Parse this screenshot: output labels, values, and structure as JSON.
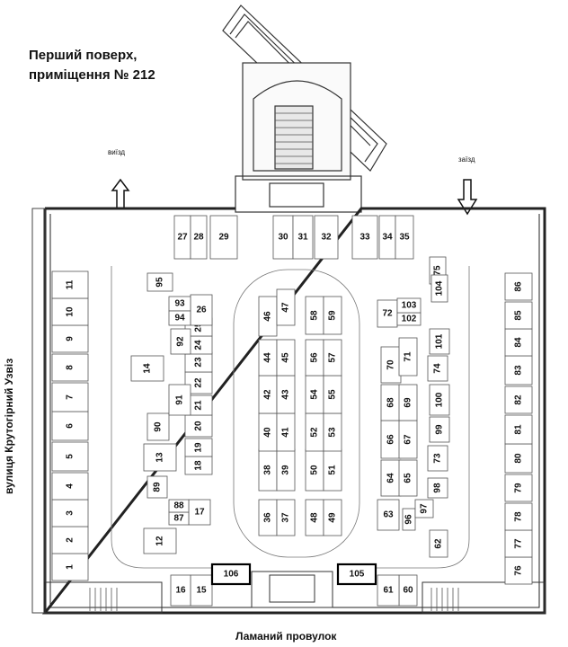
{
  "title_line1": "Перший поверх,",
  "title_line2": "приміщення № 212",
  "exit_label": "виїзд",
  "entry_label": "заїзд",
  "street_left": "вулиця Крутогірний Узвіз",
  "street_bottom": "Ламаний провулок",
  "highlighted_spaces": [
    "106",
    "105"
  ],
  "spaces": [
    "1",
    "2",
    "3",
    "4",
    "5",
    "6",
    "7",
    "8",
    "9",
    "10",
    "11",
    "12",
    "13",
    "14",
    "15",
    "16",
    "17",
    "18",
    "19",
    "20",
    "21",
    "22",
    "23",
    "24",
    "25",
    "26",
    "27",
    "28",
    "29",
    "30",
    "31",
    "32",
    "33",
    "34",
    "35",
    "36",
    "37",
    "38",
    "39",
    "40",
    "41",
    "42",
    "43",
    "44",
    "45",
    "46",
    "47",
    "48",
    "49",
    "50",
    "51",
    "52",
    "53",
    "54",
    "55",
    "56",
    "57",
    "58",
    "59",
    "60",
    "61",
    "62",
    "63",
    "64",
    "65",
    "66",
    "67",
    "68",
    "69",
    "70",
    "71",
    "72",
    "73",
    "74",
    "75",
    "76",
    "77",
    "78",
    "79",
    "80",
    "81",
    "82",
    "83",
    "84",
    "85",
    "86",
    "87",
    "88",
    "89",
    "90",
    "91",
    "92",
    "93",
    "94",
    "95",
    "96",
    "97",
    "98",
    "99",
    "100",
    "101",
    "102",
    "103",
    "104",
    "105",
    "106"
  ]
}
